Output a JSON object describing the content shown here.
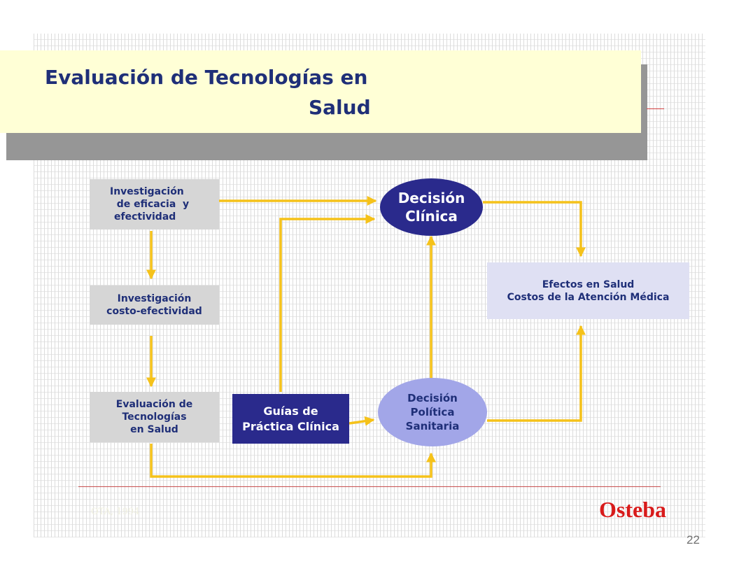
{
  "title": {
    "line1": "Evaluación de Tecnologías en",
    "line2": "Salud"
  },
  "boxes": {
    "eficacia": [
      "Investigación",
      "  de eficacia  y",
      "efectividad"
    ],
    "costo": [
      "Investigación",
      "costo-efectividad"
    ],
    "evaluacion": [
      "Evaluación de",
      "Tecnologías",
      "en Salud"
    ],
    "guias": [
      "Guías de",
      "Práctica Clínica"
    ],
    "efectos": [
      "Efectos en Salud",
      "Costos de la Atención Médica"
    ]
  },
  "ellipses": {
    "clinica": [
      "Decisión",
      "Clínica"
    ],
    "politica": [
      "Decisión",
      "Política",
      "Sanitaria"
    ]
  },
  "footer": {
    "source": "OTA, 1994",
    "brand": "Osteba",
    "page": "22"
  },
  "colors": {
    "arrow": "#f5c21a",
    "dark_blue": "#2a2a8c",
    "light_blue": "#a2a6e8",
    "title_bg": "#ffffd6",
    "brand_red": "#d81b1b"
  }
}
